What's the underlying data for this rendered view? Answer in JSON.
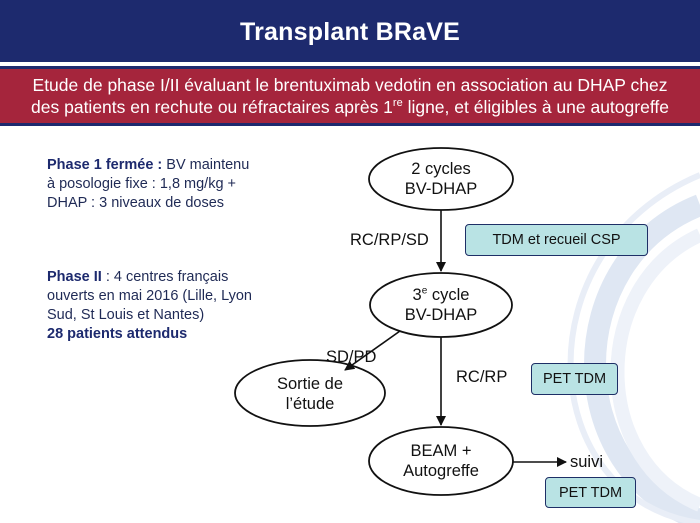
{
  "header": {
    "title": "Transplant BRaVE"
  },
  "subtitle": {
    "line1": "Etude de phase I/II évaluant le brentuximab vedotin en association au DHAP chez",
    "line2_prefix": "des patients en rechute ou réfractaires après 1",
    "line2_sup": "re",
    "line2_suffix": " ligne, et éligibles à une autogreffe"
  },
  "phase1": {
    "heading": "Phase 1 fermée :",
    "text": " BV maintenu à posologie fixe : 1,8 mg/kg + DHAP : 3 niveaux de doses"
  },
  "phase2": {
    "heading": "Phase II",
    "text": " : 4 centres français ouverts en mai 2016 (Lille, Lyon Sud, St Louis et Nantes)",
    "emphasis": "28 patients attendus"
  },
  "flow": {
    "node_cycles_line1": "2 cycles",
    "node_cycles_line2": "BV-DHAP",
    "node_third_prefix": "3",
    "node_third_sup": "e",
    "node_third_suffix": " cycle",
    "node_third_line2": "BV-DHAP",
    "node_exit_line1": "Sortie de",
    "node_exit_line2": "l’étude",
    "node_beam_line1": "BEAM +",
    "node_beam_line2": "Autogreffe",
    "edge_rc_rp_sd": "RC/RP/SD",
    "edge_sd_pd": "SD/PD",
    "edge_rc_rp": "RC/RP",
    "edge_suivi": "suivi",
    "box_tdm_csp": "TDM et recueil CSP",
    "box_pet_tdm_1": "PET TDM",
    "box_pet_tdm_2": "PET TDM"
  },
  "colors": {
    "navy": "#1d2a6e",
    "crimson": "#a5253c",
    "box_fill": "#b9e3e4",
    "arc_decoration": "#dbe4f2"
  }
}
